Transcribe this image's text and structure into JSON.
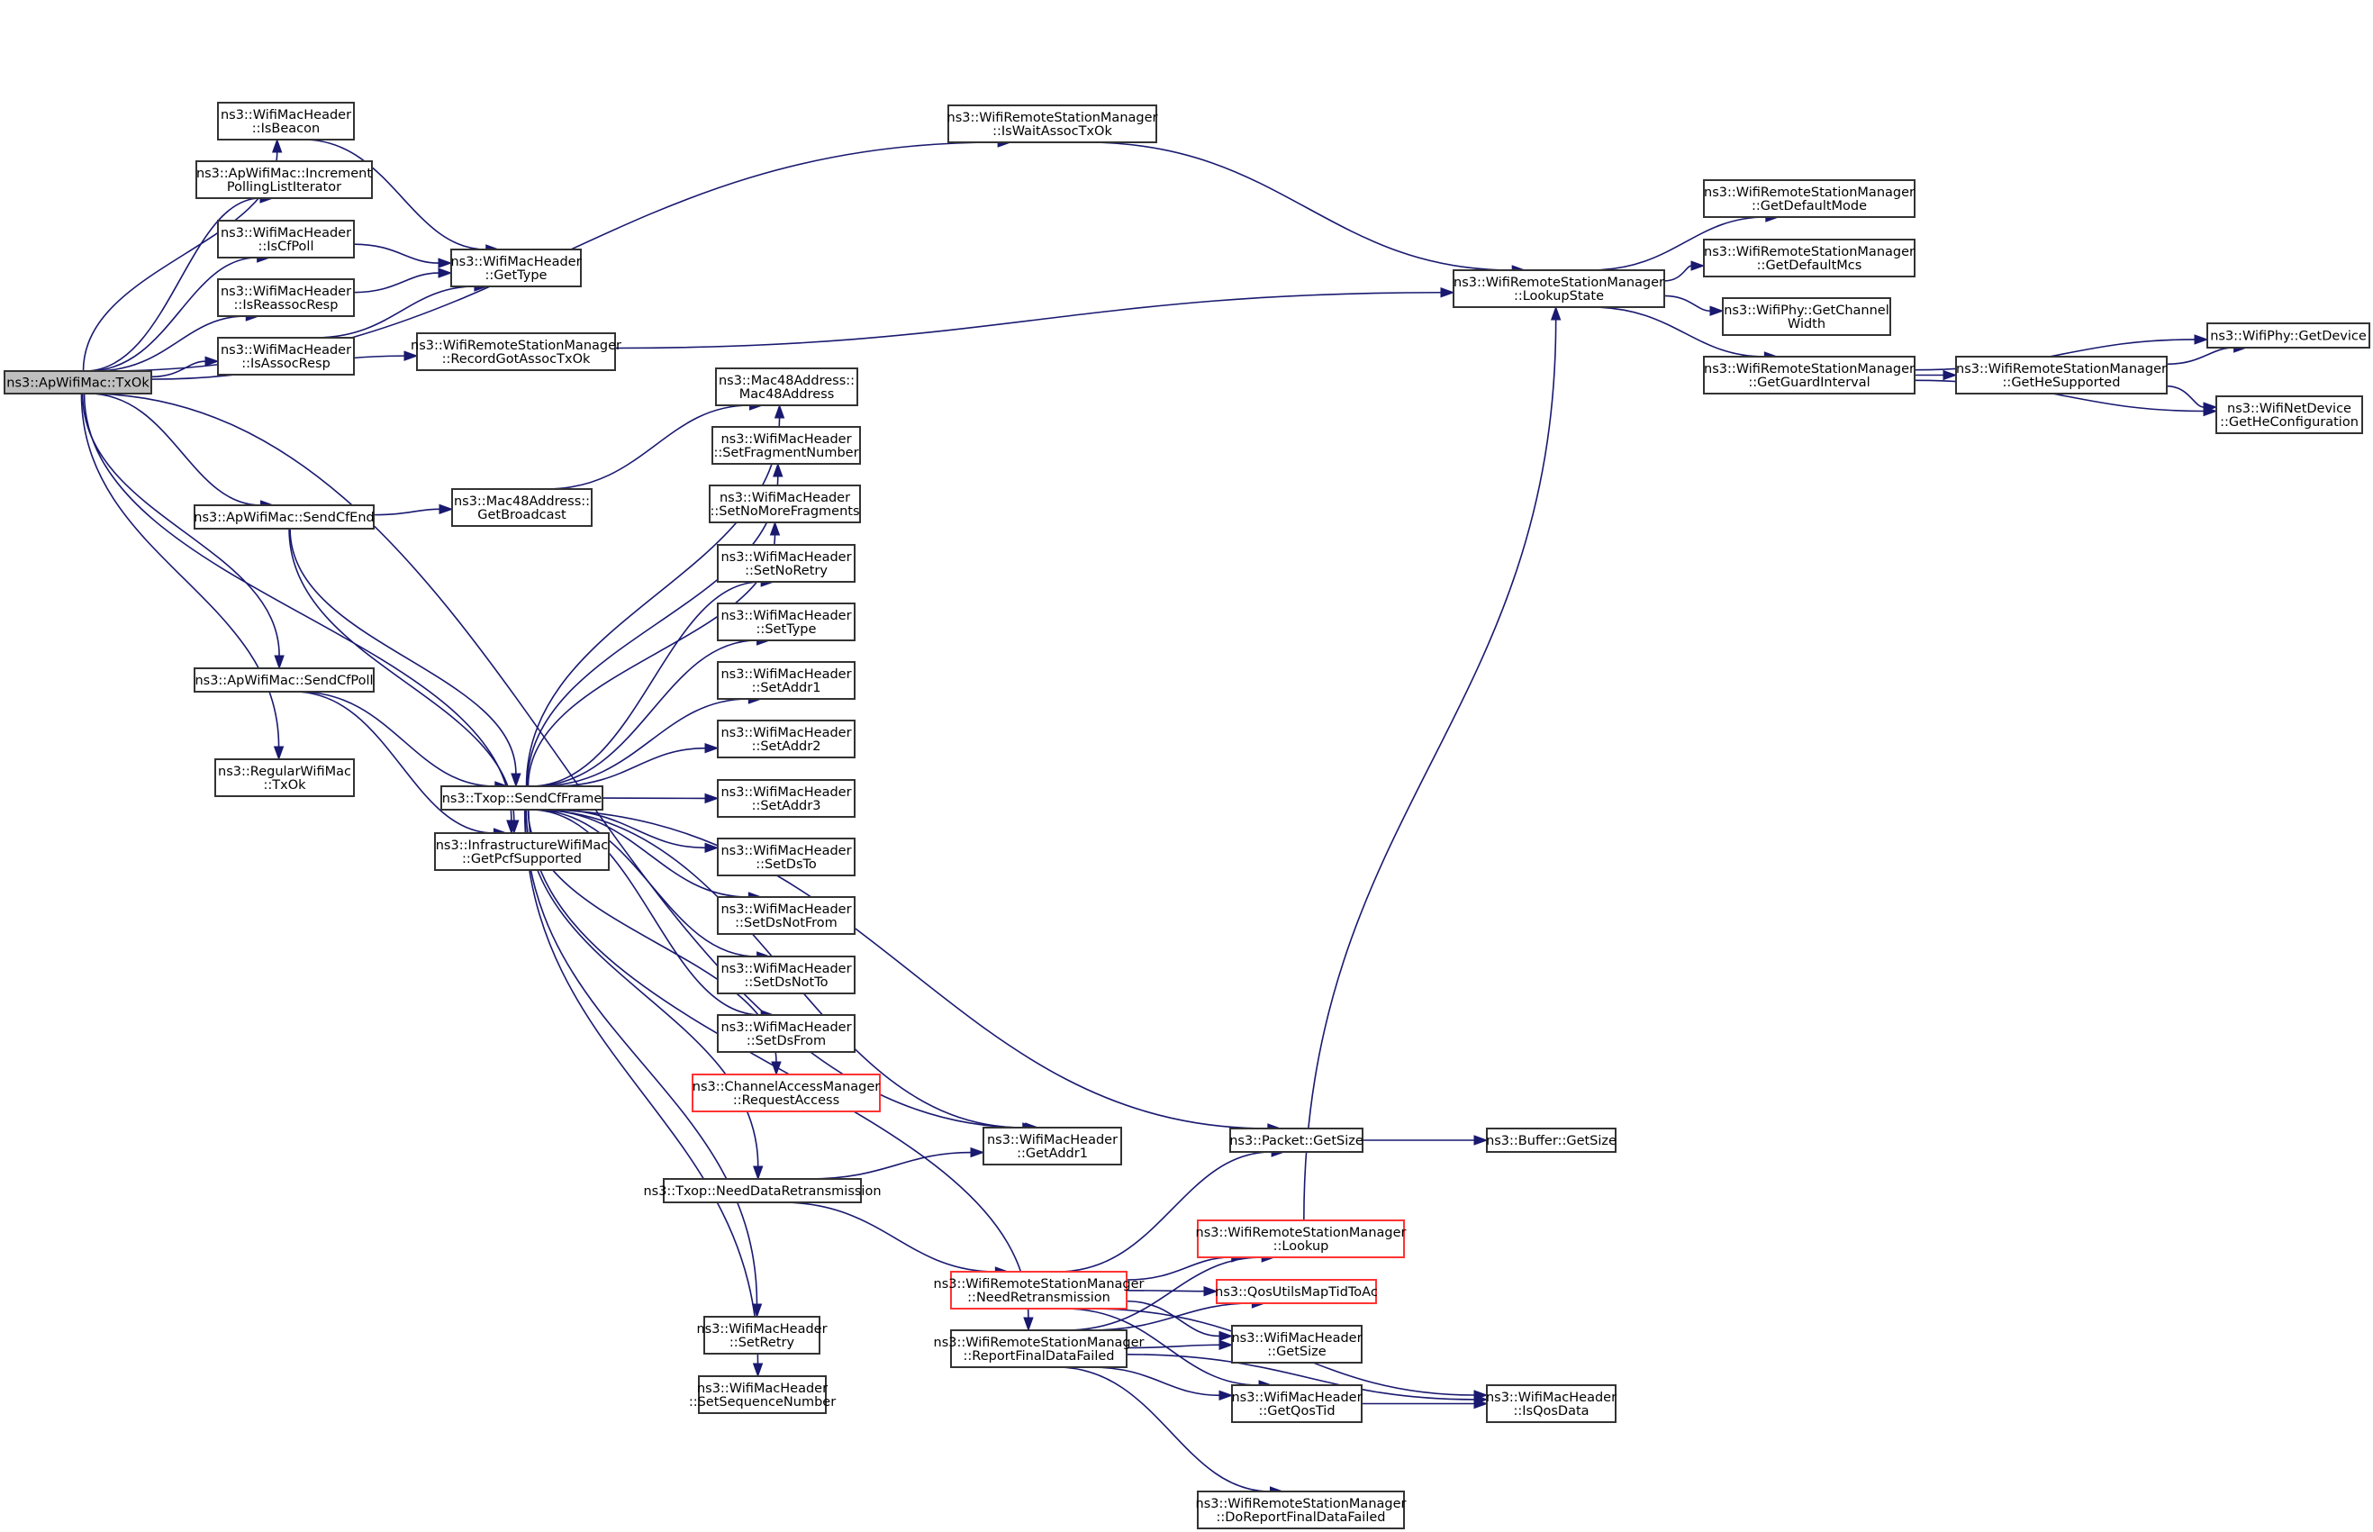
{
  "title": "ns3::ApWifiMac::TxOk call graph",
  "colors": {
    "edge": "#191970",
    "node_border": "#333333",
    "root_fill": "#bfbfbf",
    "incomplete_border": "#ff3333"
  },
  "nodes": {
    "root": {
      "lines": [
        "ns3::ApWifiMac::TxOk"
      ],
      "style": "root"
    },
    "isBeacon": {
      "lines": [
        "ns3::WifiMacHeader",
        "::IsBeacon"
      ]
    },
    "incPoll": {
      "lines": [
        "ns3::ApWifiMac::Increment",
        "PollingListIterator"
      ]
    },
    "isCfPoll": {
      "lines": [
        "ns3::WifiMacHeader",
        "::IsCfPoll"
      ]
    },
    "isReassoc": {
      "lines": [
        "ns3::WifiMacHeader",
        "::IsReassocResp"
      ]
    },
    "isAssoc": {
      "lines": [
        "ns3::WifiMacHeader",
        "::IsAssocResp"
      ]
    },
    "getType": {
      "lines": [
        "ns3::WifiMacHeader",
        "::GetType"
      ]
    },
    "recordGot": {
      "lines": [
        "ns3::WifiRemoteStationManager",
        "::RecordGotAssocTxOk"
      ]
    },
    "isWait": {
      "lines": [
        "ns3::WifiRemoteStationManager",
        "::IsWaitAssocTxOk"
      ]
    },
    "lookupState": {
      "lines": [
        "ns3::WifiRemoteStationManager",
        "::LookupState"
      ]
    },
    "getDefMode": {
      "lines": [
        "ns3::WifiRemoteStationManager",
        "::GetDefaultMode"
      ]
    },
    "getDefMcs": {
      "lines": [
        "ns3::WifiRemoteStationManager",
        "::GetDefaultMcs"
      ]
    },
    "getChanW": {
      "lines": [
        "ns3::WifiPhy::GetChannel",
        "Width"
      ]
    },
    "getGuard": {
      "lines": [
        "ns3::WifiRemoteStationManager",
        "::GetGuardInterval"
      ]
    },
    "getHeSup": {
      "lines": [
        "ns3::WifiRemoteStationManager",
        "::GetHeSupported"
      ]
    },
    "getDevice": {
      "lines": [
        "ns3::WifiPhy::GetDevice"
      ]
    },
    "getHeConf": {
      "lines": [
        "ns3::WifiNetDevice",
        "::GetHeConfiguration"
      ]
    },
    "sendCfEnd": {
      "lines": [
        "ns3::ApWifiMac::SendCfEnd"
      ]
    },
    "getBcast": {
      "lines": [
        "ns3::Mac48Address::",
        "GetBroadcast"
      ]
    },
    "sendCfPoll": {
      "lines": [
        "ns3::ApWifiMac::SendCfPoll"
      ]
    },
    "regTxOk": {
      "lines": [
        "ns3::RegularWifiMac",
        "::TxOk"
      ]
    },
    "sendCfFrame": {
      "lines": [
        "ns3::Txop::SendCfFrame"
      ]
    },
    "getPcf": {
      "lines": [
        "ns3::InfrastructureWifiMac",
        "::GetPcfSupported"
      ]
    },
    "mac48": {
      "lines": [
        "ns3::Mac48Address::",
        "Mac48Address"
      ]
    },
    "setFrag": {
      "lines": [
        "ns3::WifiMacHeader",
        "::SetFragmentNumber"
      ]
    },
    "setNoMore": {
      "lines": [
        "ns3::WifiMacHeader",
        "::SetNoMoreFragments"
      ]
    },
    "setNoRetry": {
      "lines": [
        "ns3::WifiMacHeader",
        "::SetNoRetry"
      ]
    },
    "setType": {
      "lines": [
        "ns3::WifiMacHeader",
        "::SetType"
      ]
    },
    "setAddr1": {
      "lines": [
        "ns3::WifiMacHeader",
        "::SetAddr1"
      ]
    },
    "setAddr2": {
      "lines": [
        "ns3::WifiMacHeader",
        "::SetAddr2"
      ]
    },
    "setAddr3": {
      "lines": [
        "ns3::WifiMacHeader",
        "::SetAddr3"
      ]
    },
    "setDsTo": {
      "lines": [
        "ns3::WifiMacHeader",
        "::SetDsTo"
      ]
    },
    "setDsNotFrom": {
      "lines": [
        "ns3::WifiMacHeader",
        "::SetDsNotFrom"
      ]
    },
    "setDsNotTo": {
      "lines": [
        "ns3::WifiMacHeader",
        "::SetDsNotTo"
      ]
    },
    "setDsFrom": {
      "lines": [
        "ns3::WifiMacHeader",
        "::SetDsFrom"
      ]
    },
    "reqAccess": {
      "lines": [
        "ns3::ChannelAccessManager",
        "::RequestAccess"
      ],
      "style": "red"
    },
    "getAddr1": {
      "lines": [
        "ns3::WifiMacHeader",
        "::GetAddr1"
      ]
    },
    "needDataRetx": {
      "lines": [
        "ns3::Txop::NeedDataRetransmission"
      ]
    },
    "setRetry": {
      "lines": [
        "ns3::WifiMacHeader",
        "::SetRetry"
      ]
    },
    "setSeq": {
      "lines": [
        "ns3::WifiMacHeader",
        "::SetSequenceNumber"
      ]
    },
    "needRetx": {
      "lines": [
        "ns3::WifiRemoteStationManager",
        "::NeedRetransmission"
      ],
      "style": "red"
    },
    "reportFinal": {
      "lines": [
        "ns3::WifiRemoteStationManager",
        "::ReportFinalDataFailed"
      ]
    },
    "pktSize": {
      "lines": [
        "ns3::Packet::GetSize"
      ]
    },
    "bufSize": {
      "lines": [
        "ns3::Buffer::GetSize"
      ]
    },
    "lookup": {
      "lines": [
        "ns3::WifiRemoteStationManager",
        "::Lookup"
      ],
      "style": "red"
    },
    "qosMap": {
      "lines": [
        "ns3::QosUtilsMapTidToAc"
      ],
      "style": "red"
    },
    "hdrSize": {
      "lines": [
        "ns3::WifiMacHeader",
        "::GetSize"
      ]
    },
    "getQosTid": {
      "lines": [
        "ns3::WifiMacHeader",
        "::GetQosTid"
      ]
    },
    "isQosData": {
      "lines": [
        "ns3::WifiMacHeader",
        "::IsQosData"
      ]
    },
    "doReport": {
      "lines": [
        "ns3::WifiRemoteStationManager",
        "::DoReportFinalDataFailed"
      ]
    }
  },
  "edges": [
    [
      "root",
      "isWait"
    ],
    [
      "root",
      "isBeacon"
    ],
    [
      "root",
      "incPoll"
    ],
    [
      "root",
      "isCfPoll"
    ],
    [
      "root",
      "isReassoc"
    ],
    [
      "root",
      "isAssoc"
    ],
    [
      "root",
      "recordGot"
    ],
    [
      "root",
      "getAddr1"
    ],
    [
      "root",
      "sendCfEnd"
    ],
    [
      "root",
      "sendCfPoll"
    ],
    [
      "root",
      "regTxOk"
    ],
    [
      "root",
      "getPcf"
    ],
    [
      "isBeacon",
      "getType"
    ],
    [
      "isCfPoll",
      "getType"
    ],
    [
      "isReassoc",
      "getType"
    ],
    [
      "isAssoc",
      "getType"
    ],
    [
      "recordGot",
      "lookupState"
    ],
    [
      "isWait",
      "lookupState"
    ],
    [
      "lookupState",
      "getDefMode"
    ],
    [
      "lookupState",
      "getDefMcs"
    ],
    [
      "lookupState",
      "getChanW"
    ],
    [
      "lookupState",
      "getGuard"
    ],
    [
      "getGuard",
      "getDevice"
    ],
    [
      "getGuard",
      "getHeSup"
    ],
    [
      "getGuard",
      "getHeConf"
    ],
    [
      "getHeSup",
      "getDevice"
    ],
    [
      "getHeSup",
      "getHeConf"
    ],
    [
      "sendCfEnd",
      "getBcast"
    ],
    [
      "sendCfEnd",
      "sendCfFrame"
    ],
    [
      "sendCfEnd",
      "getPcf"
    ],
    [
      "sendCfPoll",
      "sendCfFrame"
    ],
    [
      "sendCfPoll",
      "getPcf"
    ],
    [
      "getBcast",
      "mac48"
    ],
    [
      "sendCfFrame",
      "mac48"
    ],
    [
      "sendCfFrame",
      "setFrag"
    ],
    [
      "sendCfFrame",
      "setNoMore"
    ],
    [
      "sendCfFrame",
      "setNoRetry"
    ],
    [
      "sendCfFrame",
      "setType"
    ],
    [
      "sendCfFrame",
      "setAddr1"
    ],
    [
      "sendCfFrame",
      "setAddr2"
    ],
    [
      "sendCfFrame",
      "setAddr3"
    ],
    [
      "sendCfFrame",
      "setDsTo"
    ],
    [
      "sendCfFrame",
      "setDsNotFrom"
    ],
    [
      "sendCfFrame",
      "setDsNotTo"
    ],
    [
      "sendCfFrame",
      "setDsFrom"
    ],
    [
      "sendCfFrame",
      "reqAccess"
    ],
    [
      "sendCfFrame",
      "getAddr1"
    ],
    [
      "sendCfFrame",
      "needDataRetx"
    ],
    [
      "sendCfFrame",
      "pktSize"
    ],
    [
      "sendCfFrame",
      "reportFinal"
    ],
    [
      "sendCfFrame",
      "setRetry"
    ],
    [
      "sendCfFrame",
      "setSeq"
    ],
    [
      "needDataRetx",
      "getAddr1"
    ],
    [
      "needDataRetx",
      "needRetx"
    ],
    [
      "needRetx",
      "pktSize"
    ],
    [
      "needRetx",
      "lookup"
    ],
    [
      "needRetx",
      "qosMap"
    ],
    [
      "needRetx",
      "hdrSize"
    ],
    [
      "needRetx",
      "getQosTid"
    ],
    [
      "needRetx",
      "isQosData"
    ],
    [
      "reportFinal",
      "lookup"
    ],
    [
      "reportFinal",
      "qosMap"
    ],
    [
      "reportFinal",
      "hdrSize"
    ],
    [
      "reportFinal",
      "getQosTid"
    ],
    [
      "reportFinal",
      "isQosData"
    ],
    [
      "reportFinal",
      "doReport"
    ],
    [
      "pktSize",
      "bufSize"
    ],
    [
      "lookup",
      "lookupState"
    ],
    [
      "getQosTid",
      "isQosData"
    ]
  ]
}
